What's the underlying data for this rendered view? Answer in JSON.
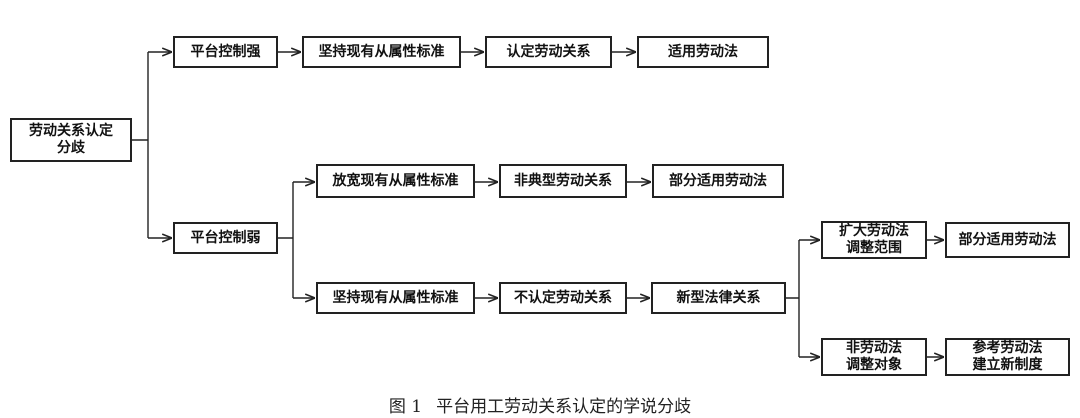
{
  "diagram": {
    "root": [
      "劳动关系认定",
      "分歧"
    ],
    "strong": {
      "label": "平台控制强",
      "criterion": "坚持现有从属性标准",
      "relation": "认定劳动关系",
      "law": "适用劳动法"
    },
    "weak": {
      "label": "平台控制弱",
      "relax": {
        "criterion": "放宽现有从属性标准",
        "relation": "非典型劳动关系",
        "law": "部分适用劳动法"
      },
      "keep": {
        "criterion": "坚持现有从属性标准",
        "relation": "不认定劳动关系",
        "new_relation": "新型法律关系",
        "expand": [
          "扩大劳动法",
          "调整范围"
        ],
        "expand_result": "部分适用劳动法",
        "non_labor": [
          "非劳动法",
          "调整对象"
        ],
        "non_labor_result": [
          "参考劳动法",
          "建立新制度"
        ]
      }
    }
  },
  "caption": {
    "number": "图 1",
    "title": "平台用工劳动关系认定的学说分歧"
  }
}
